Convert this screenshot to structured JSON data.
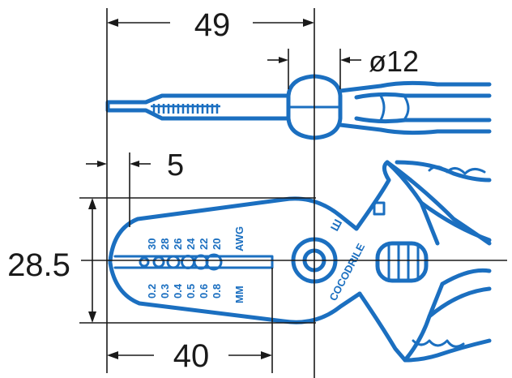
{
  "dimensions": {
    "top_length": "49",
    "pivot_diameter": "ø12",
    "tip_offset": "5",
    "jaw_height": "28.5",
    "jaw_length": "40"
  },
  "awg_scale": {
    "unit": "AWG",
    "values": [
      "30",
      "28",
      "26",
      "24",
      "22",
      "20"
    ]
  },
  "mm_scale": {
    "unit": "MM",
    "values": [
      "0.2",
      "0.3",
      "0.4",
      "0.5",
      "0.6",
      "0.8"
    ]
  },
  "brand": {
    "name": "COCODRILE",
    "logo_mark": "Ш"
  },
  "colors": {
    "tool_blue": "#1b6fc0",
    "dimension_ink": "#1a1a1a"
  }
}
